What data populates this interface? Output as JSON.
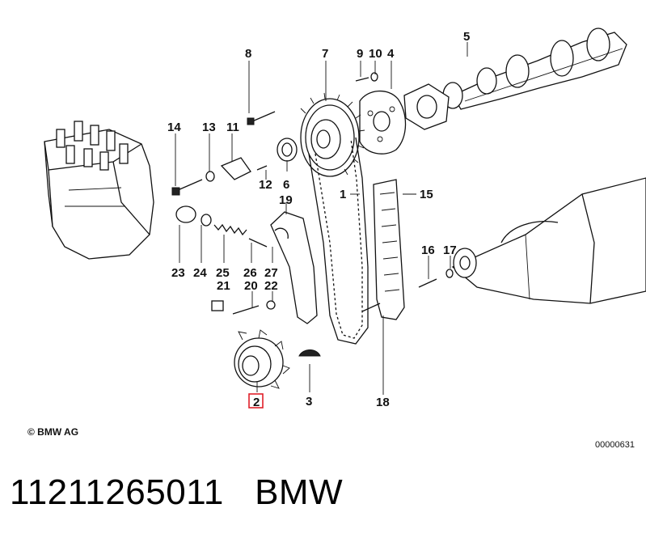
{
  "diagram": {
    "callouts": [
      {
        "label": "1"
      },
      {
        "label": "2"
      },
      {
        "label": "3"
      },
      {
        "label": "4"
      },
      {
        "label": "5"
      },
      {
        "label": "6"
      },
      {
        "label": "7"
      },
      {
        "label": "8"
      },
      {
        "label": "9"
      },
      {
        "label": "10"
      },
      {
        "label": "11"
      },
      {
        "label": "12"
      },
      {
        "label": "13"
      },
      {
        "label": "14"
      },
      {
        "label": "15"
      },
      {
        "label": "16"
      },
      {
        "label": "17"
      },
      {
        "label": "18"
      },
      {
        "label": "19"
      },
      {
        "label": "20"
      },
      {
        "label": "21"
      },
      {
        "label": "22"
      },
      {
        "label": "23"
      },
      {
        "label": "24"
      },
      {
        "label": "25"
      },
      {
        "label": "26"
      },
      {
        "label": "27"
      }
    ],
    "highlighted_callout": "2",
    "highlight_color": "#e0202a",
    "copyright": "© BMW AG",
    "image_code": "00000631"
  },
  "caption": {
    "part_number": "11211265011",
    "brand": "BMW"
  }
}
